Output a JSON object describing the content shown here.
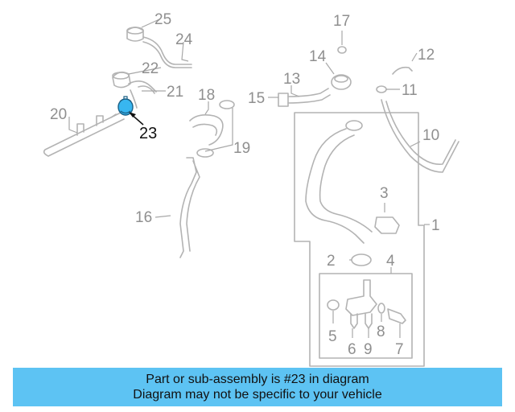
{
  "colors": {
    "part_outline": "#b3b3b3",
    "callout_text": "#8f8f8f",
    "highlight_part": "#38b6f0",
    "highlight_text": "#111111",
    "banner_background": "#5dc3f3"
  },
  "callouts": {
    "c1": "1",
    "c2": "2",
    "c3": "3",
    "c4": "4",
    "c5": "5",
    "c6": "6",
    "c7": "7",
    "c8": "8",
    "c9": "9",
    "c10": "10",
    "c11": "11",
    "c12": "12",
    "c13": "13",
    "c14": "14",
    "c15": "15",
    "c16": "16",
    "c17": "17",
    "c18": "18",
    "c19": "19",
    "c20": "20",
    "c21": "21",
    "c22": "22",
    "c24": "24",
    "c25": "25"
  },
  "highlight": {
    "label": "23"
  },
  "banner": {
    "line1": "Part or sub-assembly is #23 in diagram",
    "line2": "Diagram may not be specific to your vehicle"
  }
}
